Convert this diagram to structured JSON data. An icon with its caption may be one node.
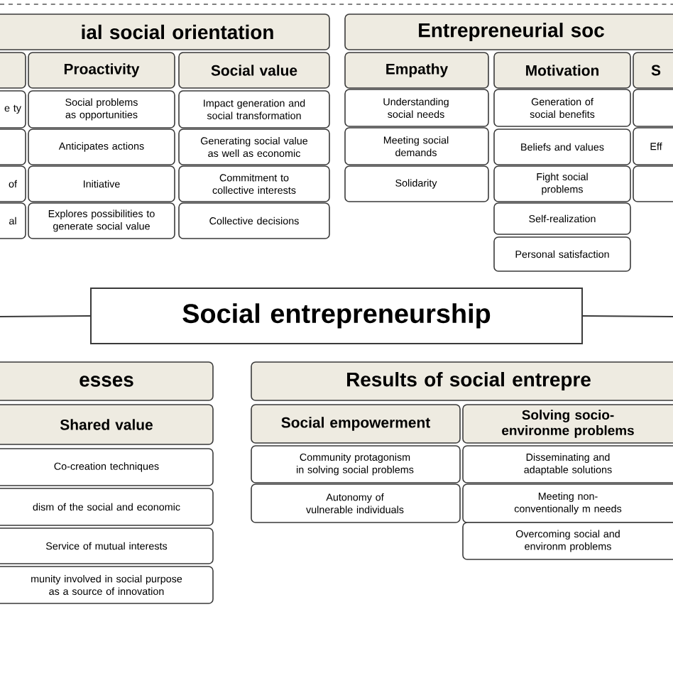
{
  "diagram": {
    "nodes": [
      {
        "text": [
          "ial social orientation"
        ]
      },
      {
        "text": [],
        "shape": "box"
      },
      {
        "text": [
          "Proactivity"
        ]
      },
      {
        "text": [
          "Social value"
        ]
      },
      {
        "text": [
          "e ty"
        ]
      },
      {
        "text": [],
        "shape": "box"
      },
      {
        "text": [
          "of"
        ]
      },
      {
        "text": [
          "al"
        ]
      },
      {
        "text": [
          "Social problems as opportunities"
        ]
      },
      {
        "text": [
          "Anticipates actions"
        ]
      },
      {
        "text": [
          "Initiative"
        ]
      },
      {
        "text": [
          "Explores possibilities to generate social value"
        ]
      },
      {
        "text": [
          "Impact generation and social transformation"
        ]
      },
      {
        "text": [
          "Generating social value as well as economic"
        ]
      },
      {
        "text": [
          "Commitment to collective interests"
        ]
      },
      {
        "text": [
          "Collective decisions"
        ]
      },
      {
        "text": [
          "Entrepreneurial soc"
        ]
      },
      {
        "text": [
          "Empathy"
        ]
      },
      {
        "text": [
          "Motivation"
        ]
      },
      {
        "text": [
          "S"
        ]
      },
      {
        "text": [
          "Understanding social needs"
        ]
      },
      {
        "text": [
          "Meeting social demands"
        ]
      },
      {
        "text": [
          "Solidarity"
        ]
      },
      {
        "text": [
          "Generation of social benefits"
        ]
      },
      {
        "text": [
          "Beliefs and values"
        ]
      },
      {
        "text": [
          "Fight social problems"
        ]
      },
      {
        "text": [
          "Self-realization"
        ]
      },
      {
        "text": [
          "Personal satisfaction"
        ]
      },
      {
        "text": [],
        "shape": "box"
      },
      {
        "text": [
          "Eff"
        ]
      },
      {
        "text": [],
        "shape": "box"
      },
      {
        "text": [
          "Social entrepreneurship"
        ]
      },
      {
        "text": [
          "esses"
        ]
      },
      {
        "text": [
          "Shared value"
        ]
      },
      {
        "text": [
          "Co-creation techniques"
        ]
      },
      {
        "text": [
          "dism of the social and economic"
        ]
      },
      {
        "text": [
          "Service of mutual interests"
        ]
      },
      {
        "text": [
          "munity involved in social purpose as a source of innovation"
        ]
      },
      {
        "text": [
          "Results of social entrepre"
        ]
      },
      {
        "text": [
          "Social empowerment"
        ]
      },
      {
        "text": [
          "Solving socio-environme problems"
        ]
      },
      {
        "text": [
          "Community protagonism in solving social problems"
        ]
      },
      {
        "text": [
          "Autonomy of vulnerable individuals"
        ]
      },
      {
        "text": [
          "Disseminating and adaptable solutions"
        ]
      },
      {
        "text": [
          "Meeting non-conventionally m needs"
        ]
      },
      {
        "text": [
          "Overcoming social and environm problems"
        ]
      }
    ],
    "edges": [
      {
        "from": 31,
        "to": null,
        "arrow": "none"
      },
      {
        "from": 31,
        "to": null,
        "arrow": "none"
      }
    ]
  }
}
